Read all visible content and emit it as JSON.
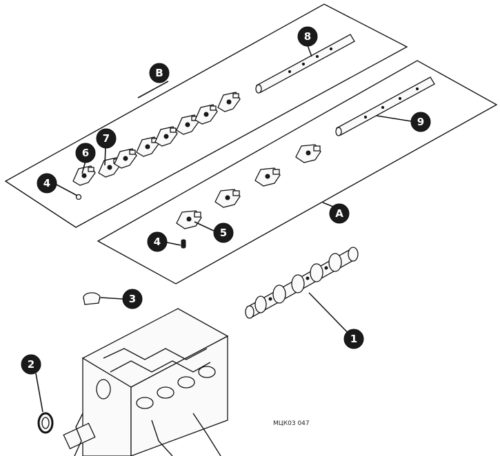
{
  "callouts": {
    "c1": "1",
    "c2": "2",
    "c3": "3",
    "c4a": "4",
    "c4b": "4",
    "c5": "5",
    "c6": "6",
    "c7": "7",
    "c8": "8",
    "c9": "9",
    "cA": "A",
    "cB": "B"
  },
  "reference_code": "МЦК03 047",
  "colors": {
    "ink": "#111111",
    "paper": "#ffffff"
  }
}
